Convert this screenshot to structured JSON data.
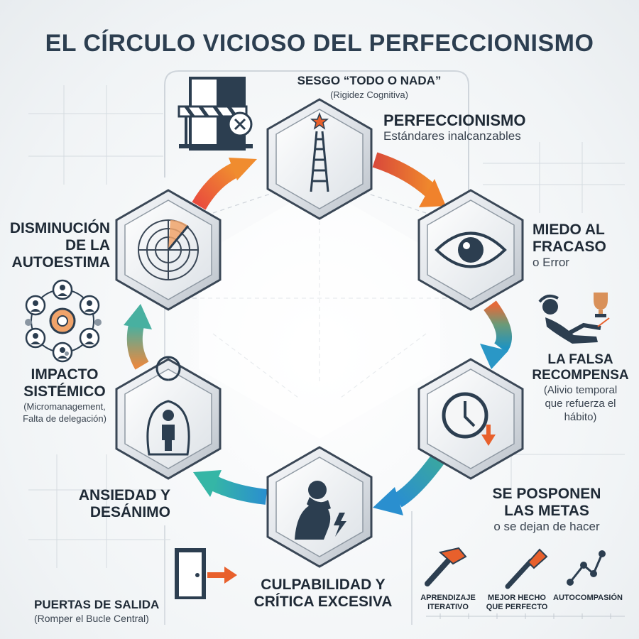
{
  "title": "EL CÍRCULO VICIOSO DEL PERFECCIONISMO",
  "colors": {
    "dark": "#2c3e50",
    "orange": "#e8602c",
    "teal": "#2a9db5",
    "green": "#4fb89a",
    "hexFill": "#e4e8ec",
    "hexStroke": "#3a4756"
  },
  "nodes": {
    "perfeccionismo": {
      "title": "PERFECCIONISMO",
      "subtitle": "Estándares inalcanzables",
      "icon": "ladder-star-icon"
    },
    "miedo": {
      "title_line1": "MIEDO AL",
      "title_line2": "FRACASO",
      "subtitle": "o Error",
      "icon": "eye-icon"
    },
    "pospone": {
      "title_line1": "SE POSPONEN",
      "title_line2": "LAS METAS",
      "subtitle": "o se dejan de hacer",
      "icon": "clock-down-arrow-icon"
    },
    "culpa": {
      "title_line1": "CULPABILIDAD Y",
      "title_line2": "CRÍTICA EXCESIVA",
      "icon": "distressed-person-icon"
    },
    "ansiedad": {
      "title_line1": "ANSIEDAD Y",
      "title_line2": "DESÁNIMO",
      "icon": "person-silhouette-icon"
    },
    "autoestima": {
      "title_line1": "DISMINUCIÓN",
      "title_line2": "DE LA",
      "title_line3": "AUTOESTIMA",
      "icon": "radar-icon"
    }
  },
  "callouts": {
    "sesgo": {
      "title": "SESGO “TODO O NADA”",
      "subtitle": "(Rigidez Cognitiva)",
      "icon": "barrier-door-icon"
    },
    "falsa": {
      "title_line1": "LA FALSA",
      "title_line2": "RECOMPENSA",
      "sub_line1": "(Alivio temporal",
      "sub_line2": "que refuerza el",
      "sub_line3": "hábito)",
      "icon": "reclining-person-trophy-icon"
    },
    "impacto": {
      "title_line1": "IMPACTO",
      "title_line2": "SISTÉMICO",
      "sub_line1": "(Micromanagement,",
      "sub_line2": "Falta de delegación)",
      "icon": "team-network-gear-icon"
    },
    "puertas": {
      "title": "PUERTAS DE SALIDA",
      "subtitle": "(Romper el Bucle Central)",
      "icon": "exit-door-icon"
    }
  },
  "exits": [
    {
      "line1": "APRENDIZAJE",
      "line2": "ITERATIVO",
      "icon": "hammer-icon"
    },
    {
      "line1": "MEJOR HECHO",
      "line2": "QUE PERFECTO",
      "icon": "paintbrush-icon"
    },
    {
      "line1": "AUTOCOMPASIÓN",
      "line2": "",
      "icon": "line-chart-icon"
    }
  ]
}
